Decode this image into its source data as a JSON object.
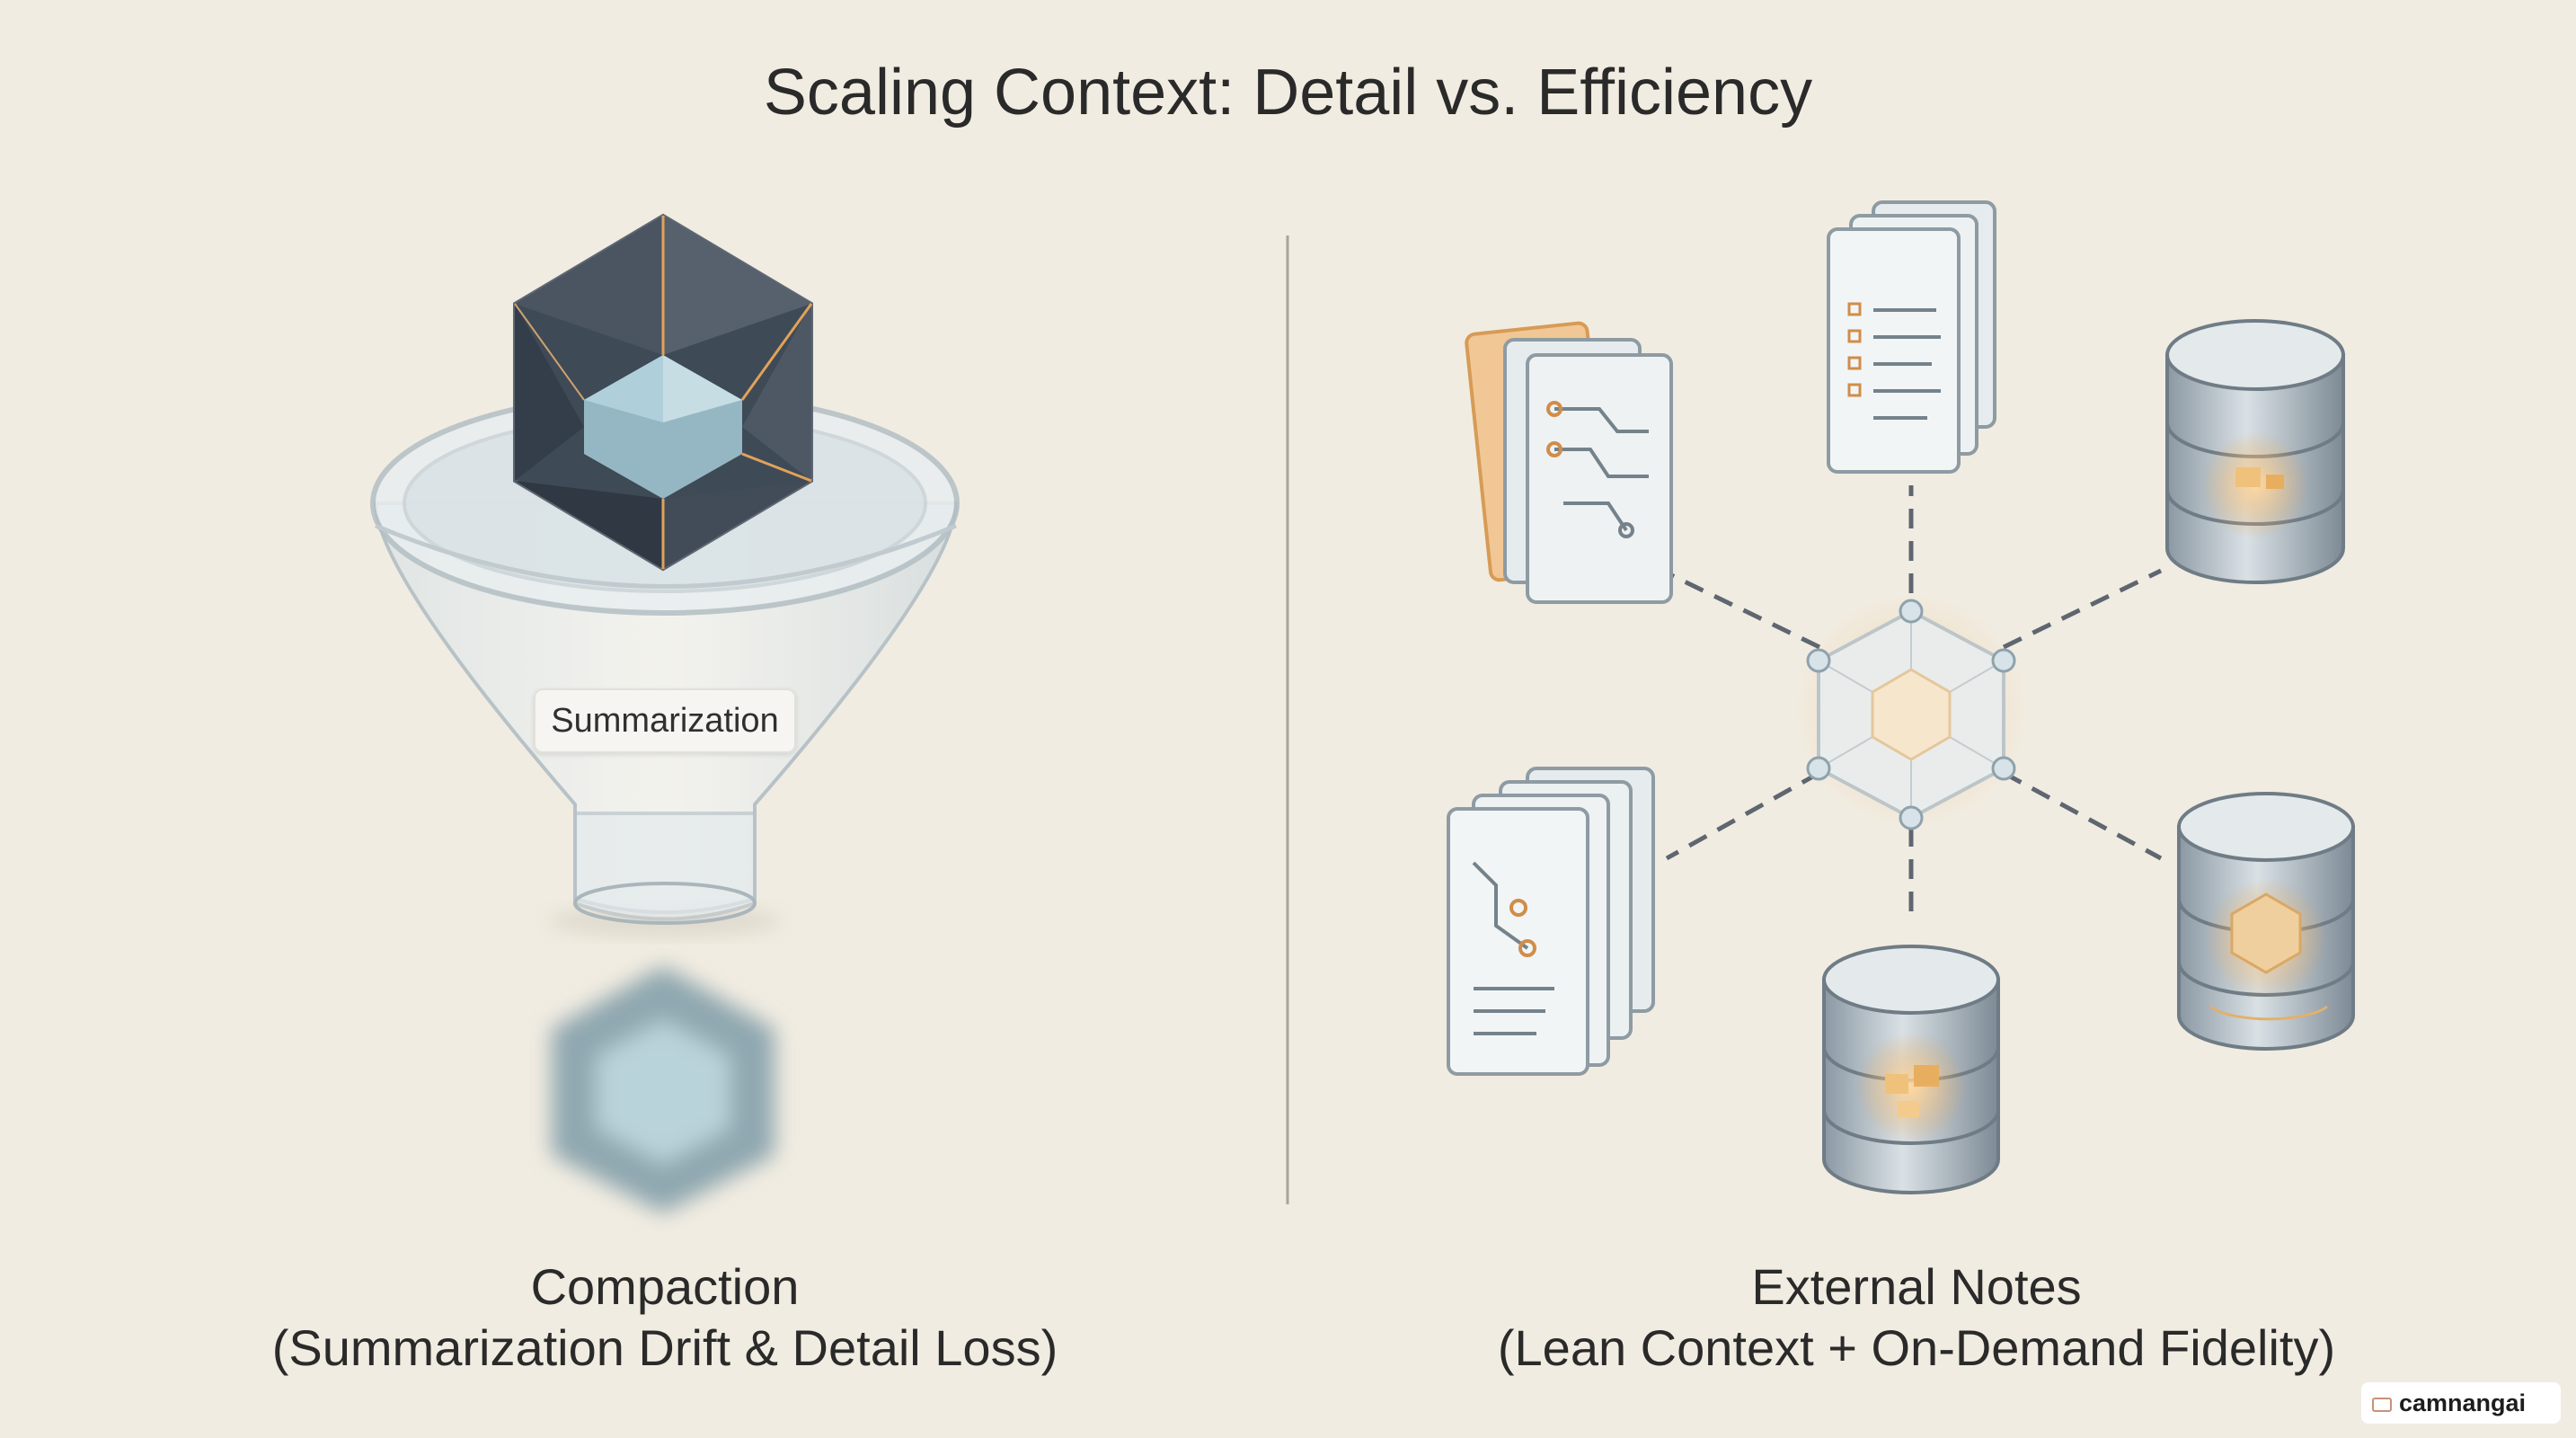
{
  "title": "Scaling Context: Detail vs. Efficiency",
  "left": {
    "funnel_label": "Summarization",
    "caption_title": "Compaction",
    "caption_subtitle": "(Summarization Drift & Detail Loss)"
  },
  "right": {
    "caption_title": "External Notes",
    "caption_subtitle": "(Lean Context + On-Demand Fidelity)"
  },
  "watermark": "camnangai",
  "colors": {
    "background": "#f1ece1",
    "gem_dark": "#3f4a57",
    "gem_light": "#9fc3cf",
    "accent_orange": "#e0a25a",
    "glass": "#dfe7ea",
    "connector": "#5e6670"
  }
}
